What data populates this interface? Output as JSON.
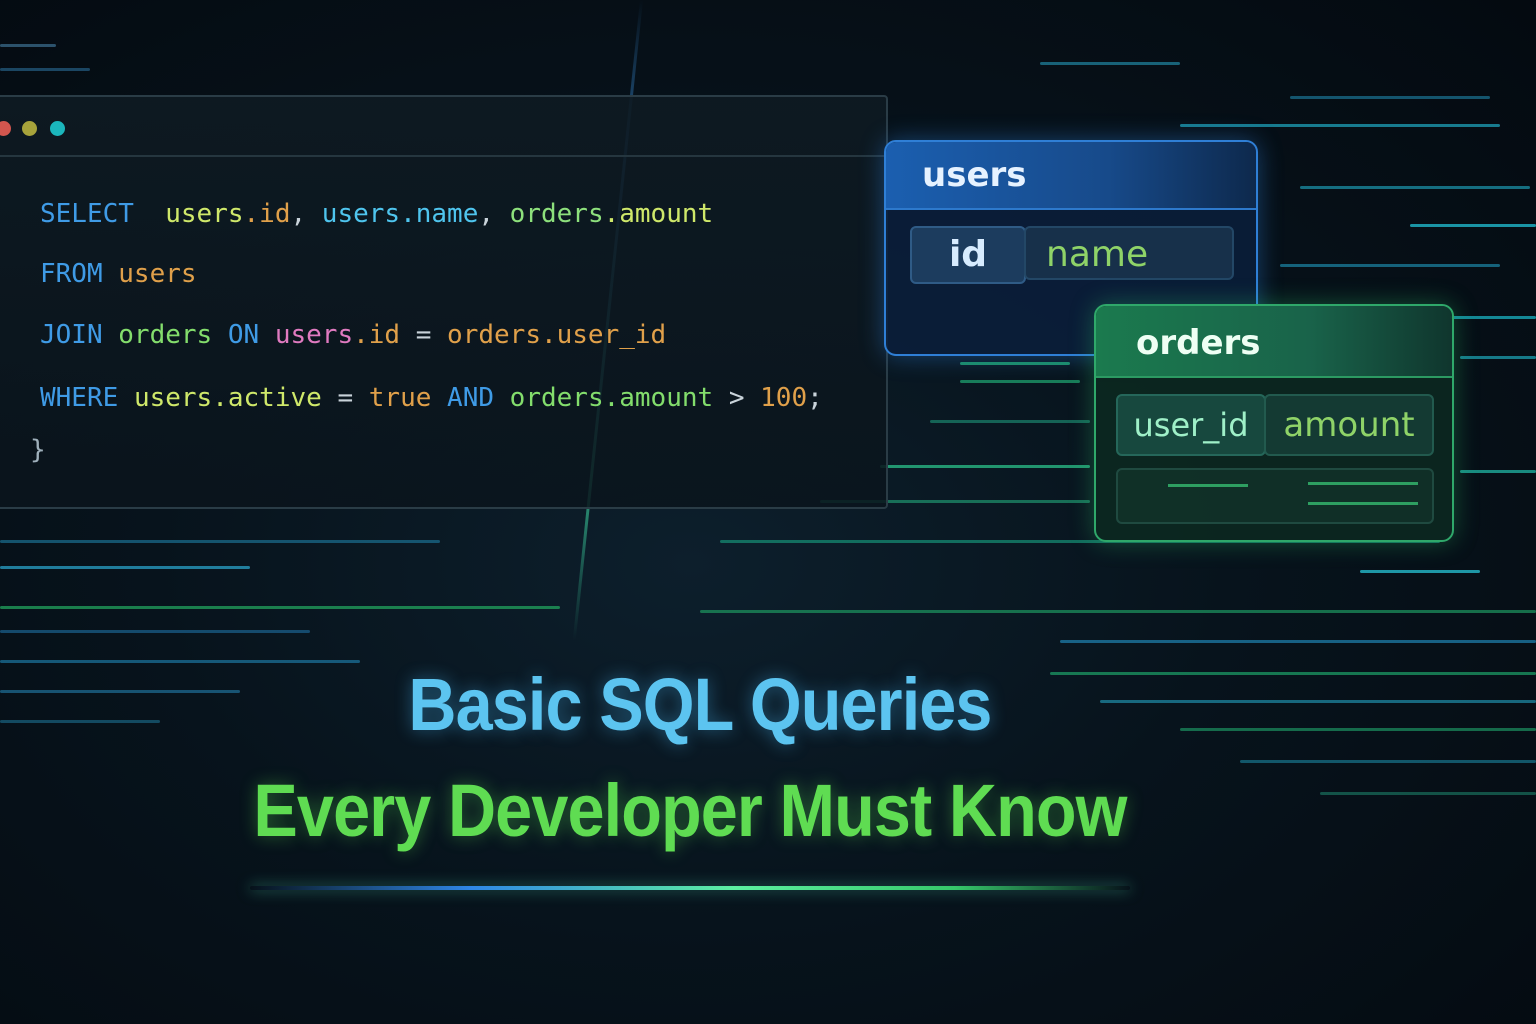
{
  "colors": {
    "keyword": "#3f9be6",
    "identifier": "#cfe86a",
    "users_accent": "#2f7fd6",
    "orders_accent": "#2fa86a",
    "title_blue": "#5cc4f0",
    "title_green": "#5fdc52"
  },
  "window": {
    "controls": [
      "red-dot",
      "yellow-dot",
      "teal-dot"
    ]
  },
  "code": {
    "line1": {
      "kw": "SELECT",
      "a": "users",
      "a_dot": ".id",
      "comma1": ",",
      "b": "users",
      "b_dot": ".name",
      "comma2": ",",
      "c": "orders",
      "c_dot": ".amount"
    },
    "line2": {
      "kw": "FROM",
      "t": "users"
    },
    "line3": {
      "kw": "JOIN",
      "t": "orders",
      "on": "ON",
      "l": "users",
      "l_dot": ".id",
      "eq": "=",
      "r": "orders",
      "r_dot": ".user_id"
    },
    "line4": {
      "kw": "WHERE",
      "l": "users",
      "l_dot": ".active",
      "eq": "=",
      "val": "true",
      "and": "AND",
      "r": "orders",
      "r_dot": ".amount",
      "gt": ">",
      "num": "100",
      "semi": ";"
    },
    "line5": {
      "brace": "}"
    }
  },
  "users_table": {
    "name": "users",
    "columns": [
      "id",
      "name"
    ]
  },
  "orders_table": {
    "name": "orders",
    "columns": [
      "user_id",
      "amount"
    ]
  },
  "title": {
    "line1": "Basic SQL Queries",
    "line2": "Every Developer Must Know"
  }
}
